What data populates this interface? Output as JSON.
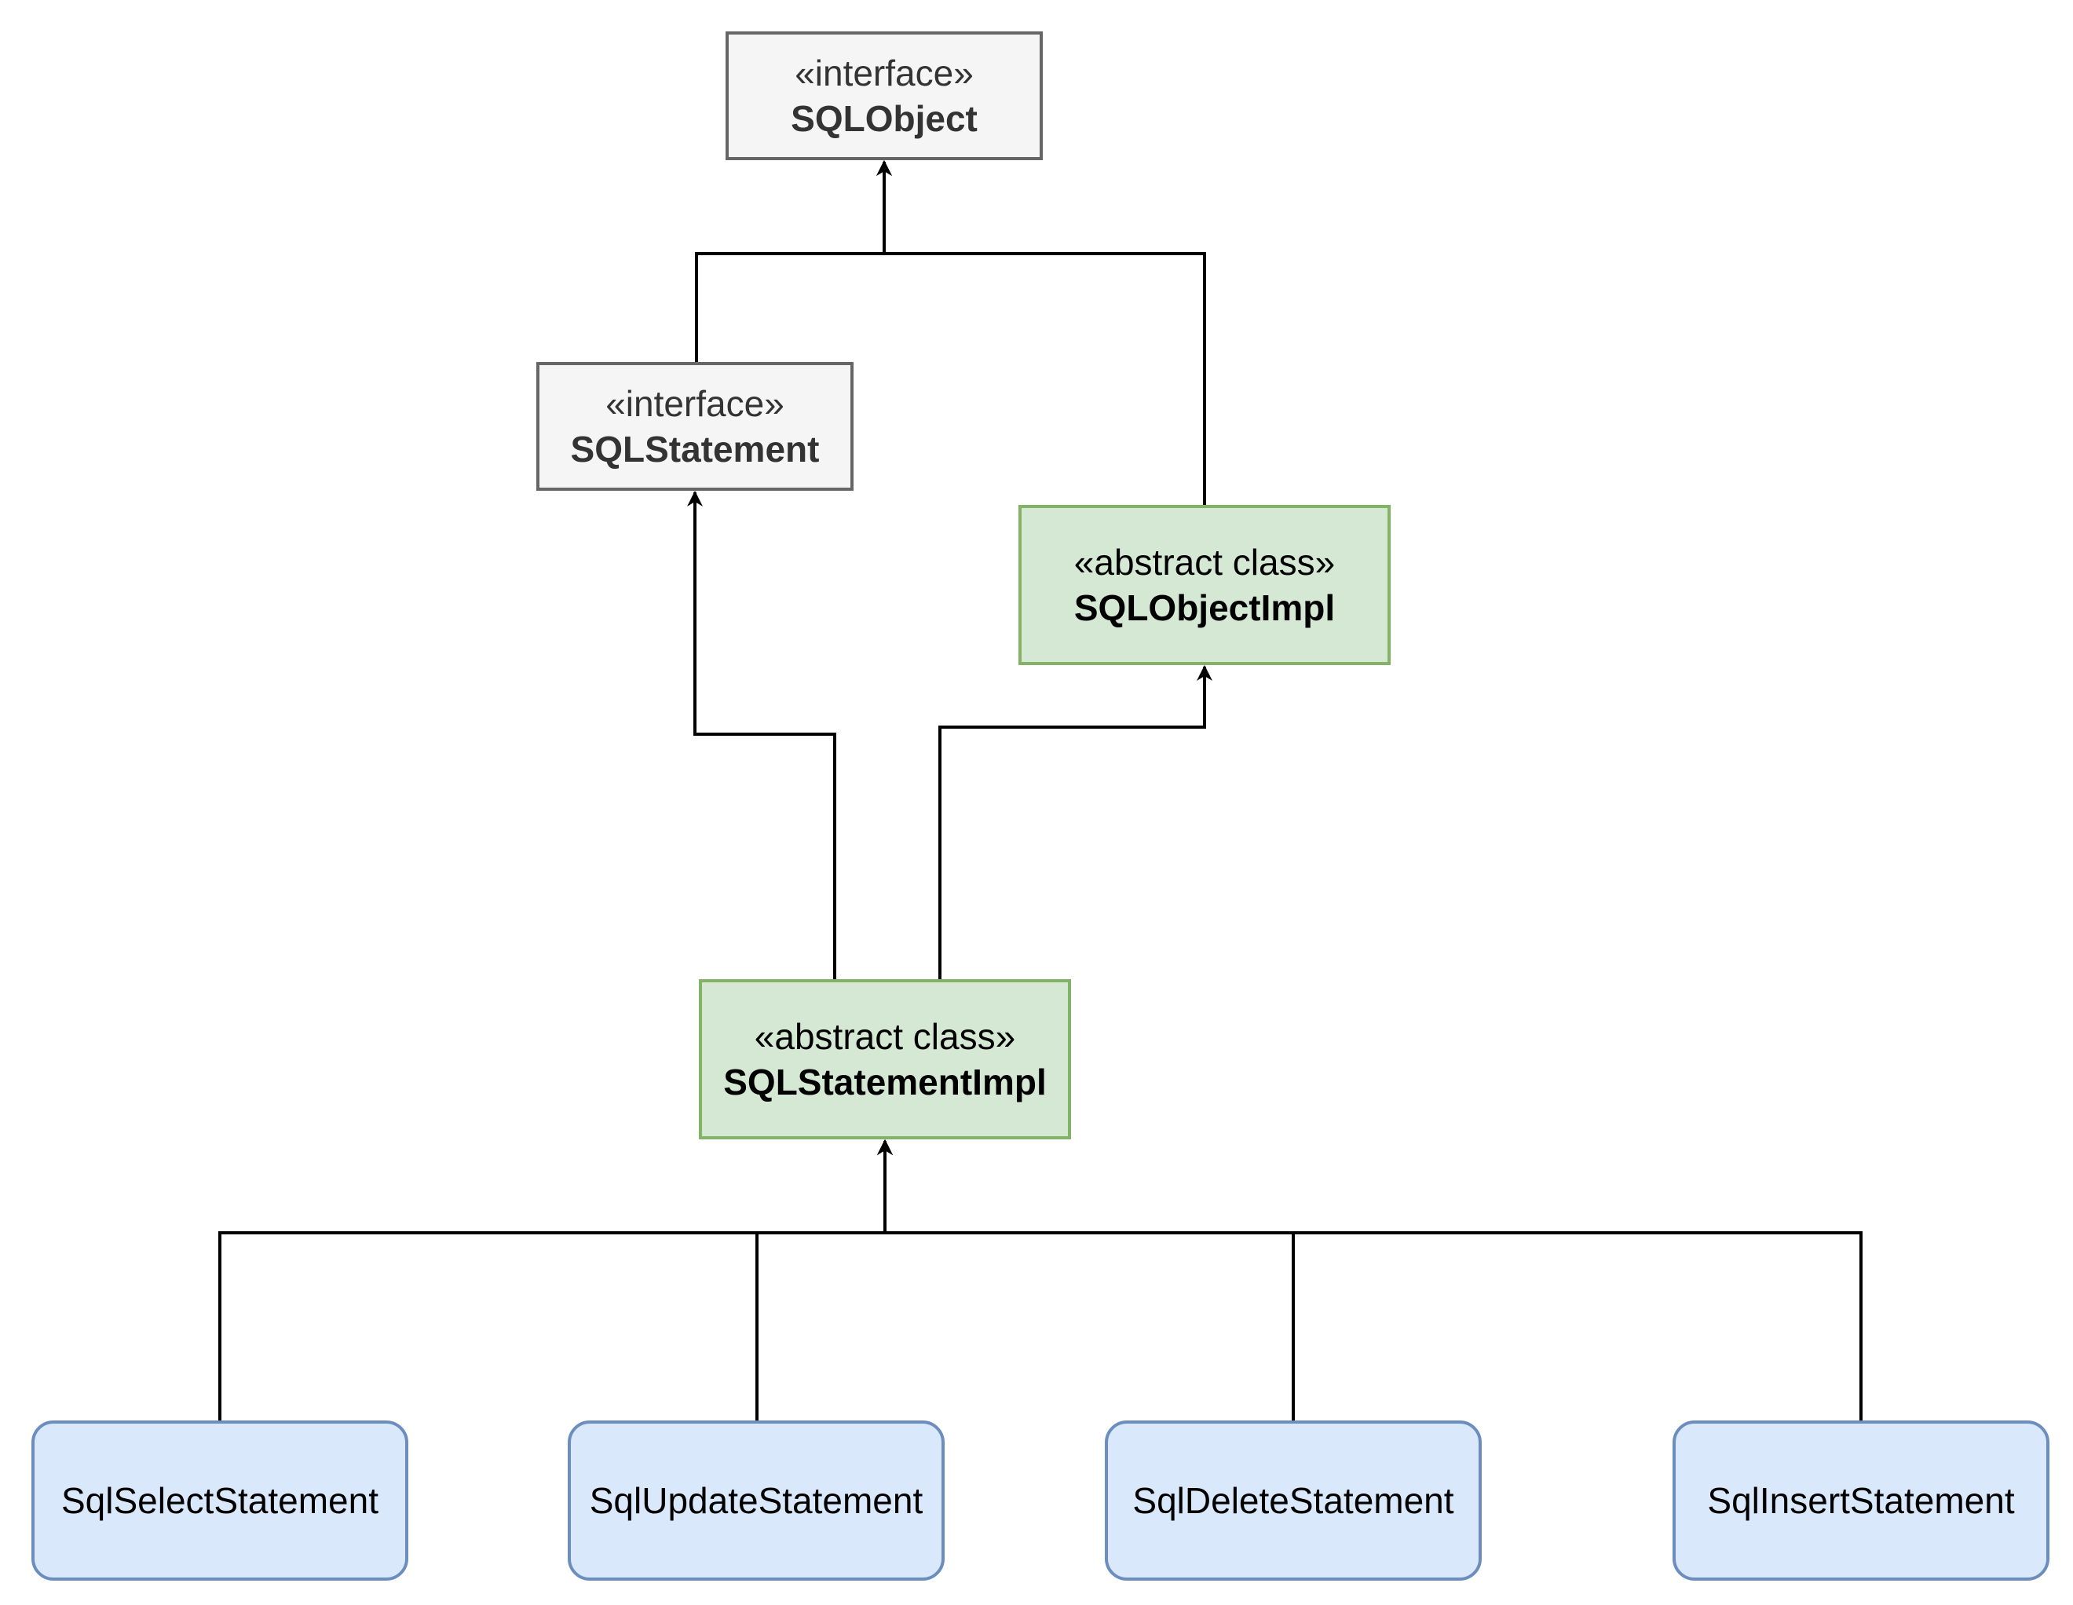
{
  "diagram": {
    "nodes": {
      "sqlobject": {
        "stereotype": "«interface»",
        "name": "SQLObject"
      },
      "sqlstatement": {
        "stereotype": "«interface»",
        "name": "SQLStatement"
      },
      "sqlobjectimpl": {
        "stereotype": "«abstract class»",
        "name": "SQLObjectImpl"
      },
      "sqlstmtimpl": {
        "stereotype": "«abstract class»",
        "name": "SQLStatementImpl"
      },
      "select": {
        "name": "SqlSelectStatement"
      },
      "update": {
        "name": "SqlUpdateStatement"
      },
      "delete": {
        "name": "SqlDeleteStatement"
      },
      "insert": {
        "name": "SqlInsertStatement"
      }
    },
    "edges": [
      {
        "from": "sqlstatement",
        "to": "sqlobject"
      },
      {
        "from": "sqlobjectimpl",
        "to": "sqlobject"
      },
      {
        "from": "sqlstmtimpl",
        "to": "sqlstatement"
      },
      {
        "from": "sqlstmtimpl",
        "to": "sqlobjectimpl"
      },
      {
        "from": "select",
        "to": "sqlstmtimpl"
      },
      {
        "from": "update",
        "to": "sqlstmtimpl"
      },
      {
        "from": "delete",
        "to": "sqlstmtimpl"
      },
      {
        "from": "insert",
        "to": "sqlstmtimpl"
      }
    ],
    "colors": {
      "line": "#000000",
      "interface_fill": "#f5f5f5",
      "interface_stroke": "#666666",
      "abstract_fill": "#d5e8d4",
      "abstract_stroke": "#82b366",
      "concrete_fill": "#dae8fc",
      "concrete_stroke": "#6c8ebf"
    }
  }
}
